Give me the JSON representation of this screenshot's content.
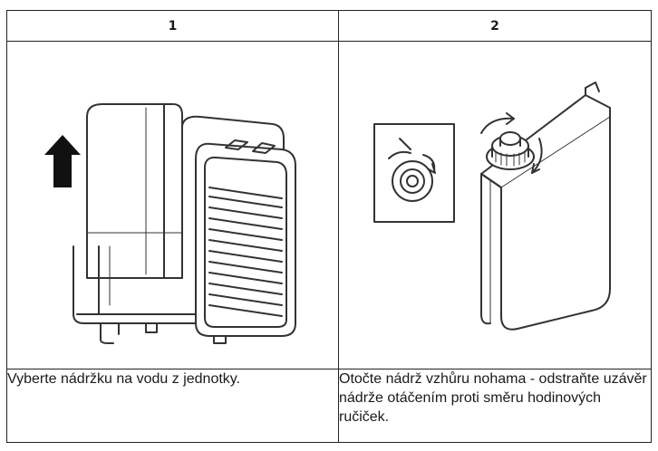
{
  "steps": [
    {
      "number": "1",
      "text": "Vyberte nádržku na vodu z jednotky.",
      "illustration": "cooler-tank-removal-illustration"
    },
    {
      "number": "2",
      "text": "Otočte nádrž vzhůru nohama - odstraňte uzávěr nádrže otáčením proti směru hodinových ručiček.",
      "illustration": "tank-cap-unscrew-illustration"
    }
  ],
  "colors": {
    "border": "#222222",
    "line": "#333333",
    "arrow": "#111111"
  }
}
